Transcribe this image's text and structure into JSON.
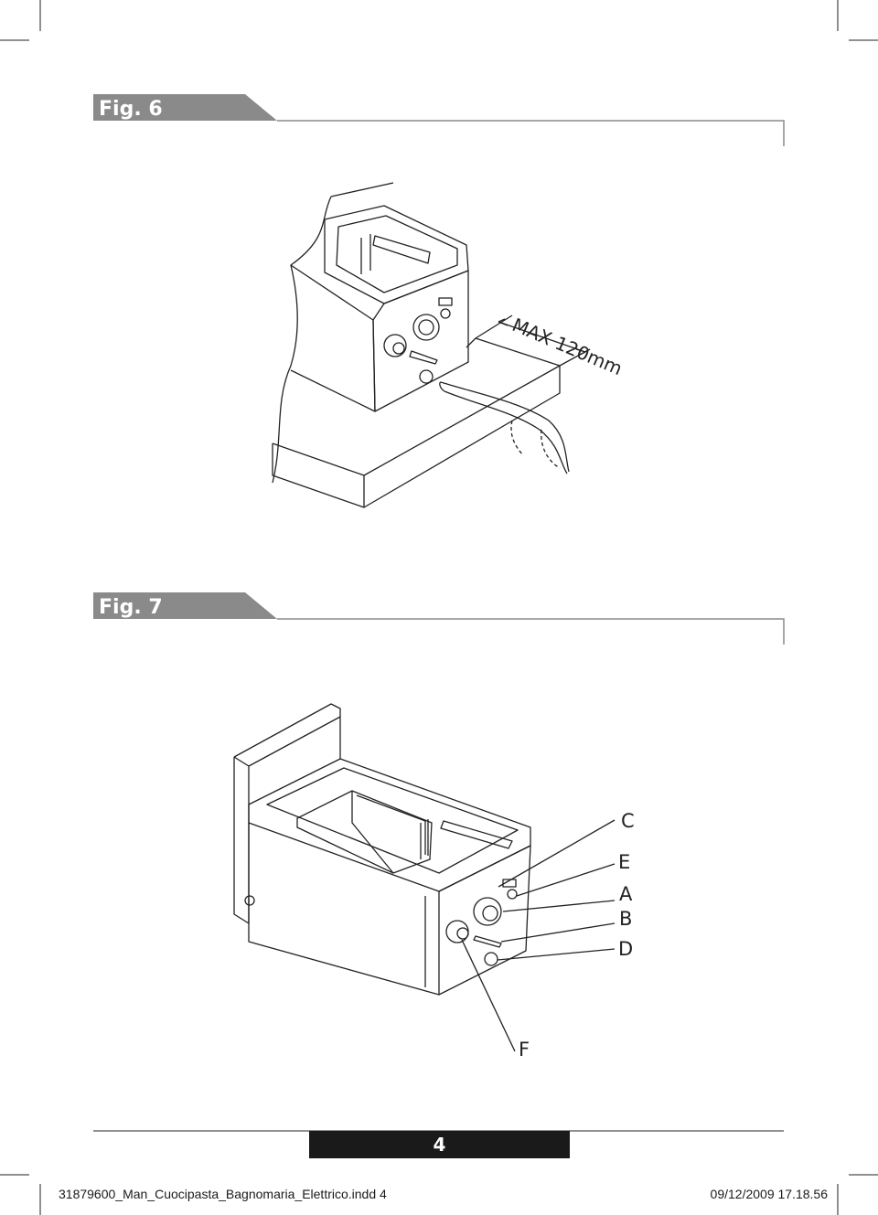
{
  "fig6": {
    "label": "Fig. 6",
    "dimension": "MAX 120mm"
  },
  "fig7": {
    "label": "Fig. 7",
    "callouts": {
      "c": "C",
      "e": "E",
      "a": "A",
      "b": "B",
      "d": "D",
      "f": "F"
    }
  },
  "page_number": "4",
  "footer": {
    "file": "31879600_Man_Cuocipasta_Bagnomaria_Elettrico.indd   4",
    "date": "09/12/2009   17.18.56"
  }
}
